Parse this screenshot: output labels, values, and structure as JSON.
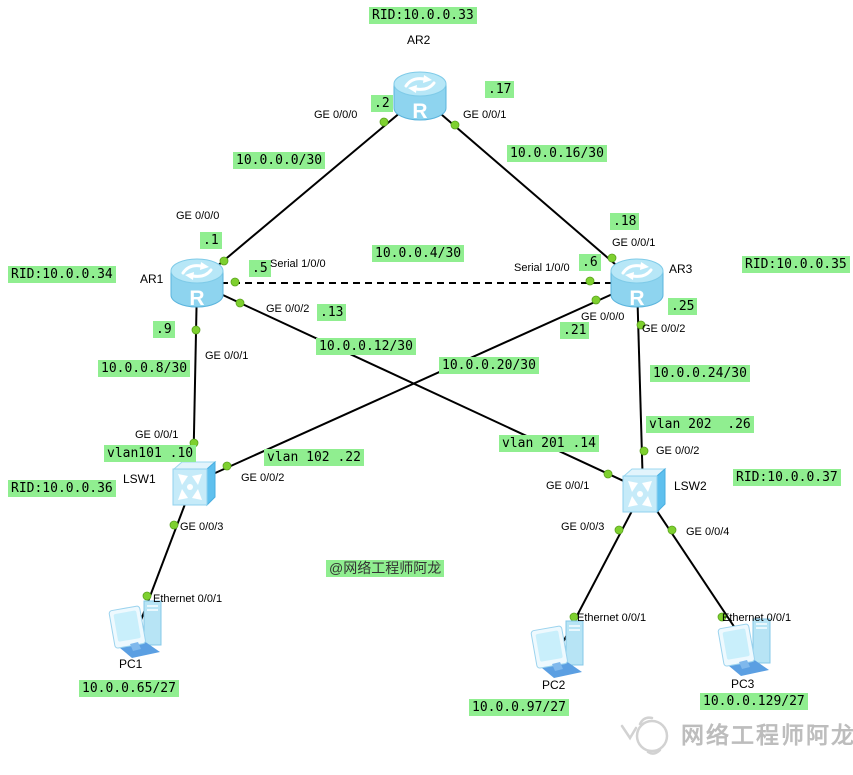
{
  "colors": {
    "annotation_bg": "#90ee90",
    "link_line": "#000000",
    "port_dot": "#7ed02f",
    "device_blue": "#8ed4ef",
    "watermark_gray": "#bdbdbd"
  },
  "nodes": {
    "ar1": {
      "name": "AR1",
      "rid": "RID:10.0.0.34"
    },
    "ar2": {
      "name": "AR2",
      "rid": "RID:10.0.0.33"
    },
    "ar3": {
      "name": "AR3",
      "rid": "RID:10.0.0.35"
    },
    "lsw1": {
      "name": "LSW1",
      "rid": "RID:10.0.0.36"
    },
    "lsw2": {
      "name": "LSW2",
      "rid": "RID:10.0.0.37"
    },
    "pc1": {
      "name": "PC1",
      "ip": "10.0.0.65/27"
    },
    "pc2": {
      "name": "PC2",
      "ip": "10.0.0.97/27"
    },
    "pc3": {
      "name": "PC3",
      "ip": "10.0.0.129/27"
    }
  },
  "links": {
    "ar2_ar1": {
      "subnet": "10.0.0.0/30",
      "if_ar2": "GE 0/0/0",
      "ip_ar2": ".2",
      "if_ar1": "GE 0/0/0",
      "ip_ar1": ".1"
    },
    "ar2_ar3": {
      "subnet": "10.0.0.16/30",
      "if_ar2": "GE 0/0/1",
      "ip_ar2": ".17",
      "if_ar3": "GE 0/0/1",
      "ip_ar3": ".18"
    },
    "ar1_ar3": {
      "subnet": "10.0.0.4/30",
      "if_ar1": "Serial 1/0/0",
      "ip_ar1": ".5",
      "if_ar3": "Serial 1/0/0",
      "ip_ar3": ".6"
    },
    "ar1_lsw2": {
      "subnet": "10.0.0.12/30",
      "if_ar1": "GE 0/0/2",
      "ip_ar1": ".13",
      "if_lsw2": "GE 0/0/1",
      "vlan": "vlan 201 .14"
    },
    "ar3_lsw1": {
      "subnet": "10.0.0.20/30",
      "if_ar3": "GE 0/0/0",
      "ip_ar3": ".21",
      "if_lsw1": "GE 0/0/2",
      "vlan": "vlan 102 .22"
    },
    "ar1_lsw1": {
      "subnet": "10.0.0.8/30",
      "if_ar1": "GE 0/0/1",
      "ip_ar1": ".9",
      "if_lsw1": "GE 0/0/1",
      "vlan": "vlan101 .10"
    },
    "ar3_lsw2": {
      "subnet": "10.0.0.24/30",
      "if_ar3": "GE 0/0/2",
      "ip_ar3": ".25",
      "if_lsw2": "GE 0/0/2",
      "vlan": "vlan 202  .26"
    },
    "lsw1_pc1": {
      "if_lsw1": "GE 0/0/3",
      "if_pc1": "Ethernet 0/0/1"
    },
    "lsw2_pc2": {
      "if_lsw2": "GE 0/0/3",
      "if_pc2": "Ethernet 0/0/1"
    },
    "lsw2_pc3": {
      "if_lsw2": "GE 0/0/4",
      "if_pc3": "Ethernet 0/0/1"
    }
  },
  "watermarks": {
    "center": "@网络工程师阿龙",
    "brand": "网络工程师阿龙"
  }
}
